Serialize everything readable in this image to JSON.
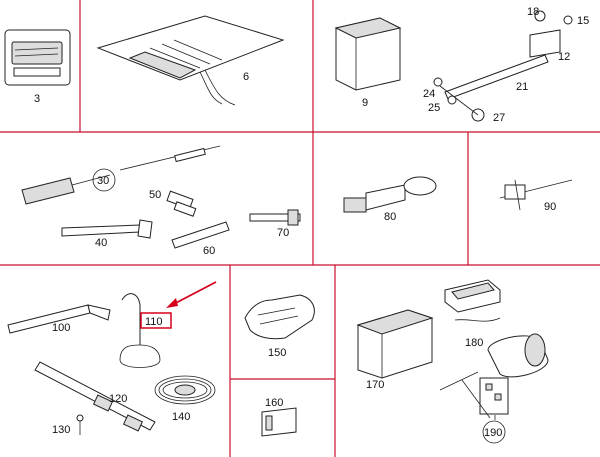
{
  "colors": {
    "grid": "#c8102e",
    "highlight": "#d6001c",
    "ink": "#222222"
  },
  "labels": {
    "p3": "3",
    "p6": "6",
    "p9": "9",
    "p18": "18",
    "p15": "15",
    "p12": "12",
    "p21": "21",
    "p24": "24",
    "p25": "25",
    "p27": "27",
    "p30": "30",
    "p50": "50",
    "p40": "40",
    "p60": "60",
    "p70": "70",
    "p80": "80",
    "p90": "90",
    "p100": "100",
    "p110": "110",
    "p120": "120",
    "p130": "130",
    "p140": "140",
    "p150": "150",
    "p160": "160",
    "p170": "170",
    "p180": "180",
    "p190": "190"
  },
  "circled": [
    "30",
    "190"
  ],
  "highlighted": "110"
}
